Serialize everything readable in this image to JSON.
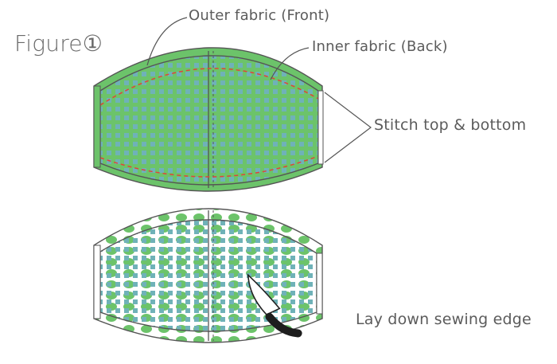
{
  "figure": {
    "title": "Figure①"
  },
  "labels": {
    "outer_fabric": "Outer fabric (Front)",
    "inner_fabric": "Inner fabric (Back)",
    "stitch": "Stitch top & bottom",
    "lay_down": "Lay down sewing edge"
  },
  "colors": {
    "outline": "#555555",
    "dots": "#6fb2b8",
    "green": "#6cc36a",
    "stitch": "#e0443a",
    "iron": "#1e1e1e"
  }
}
